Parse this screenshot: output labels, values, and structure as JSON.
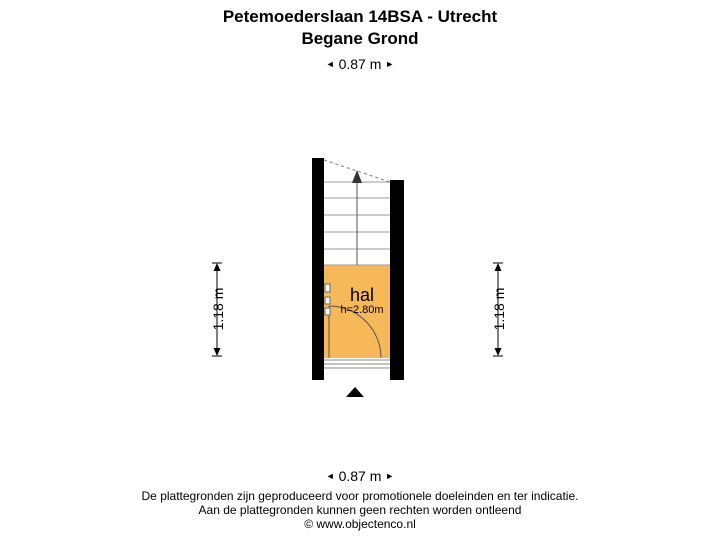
{
  "header": {
    "title": "Petemoederslaan 14BSA - Utrecht",
    "floor": "Begane Grond"
  },
  "dimensions": {
    "top_width": "0.87 m",
    "bottom_width": "0.87 m",
    "left_height": "1.18 m",
    "right_height": "1.18 m"
  },
  "room": {
    "name": "hal",
    "height": "h=2.80m",
    "fill_color": "#f7b85a"
  },
  "colors": {
    "wall": "#000000"
  },
  "footer": {
    "line1": "De plattegronden zijn geproduceerd voor promotionele doeleinden en ter indicatie.",
    "line2": "Aan de plattegronden kunnen geen rechten worden ontleend",
    "line3": "© www.objectenco.nl"
  }
}
